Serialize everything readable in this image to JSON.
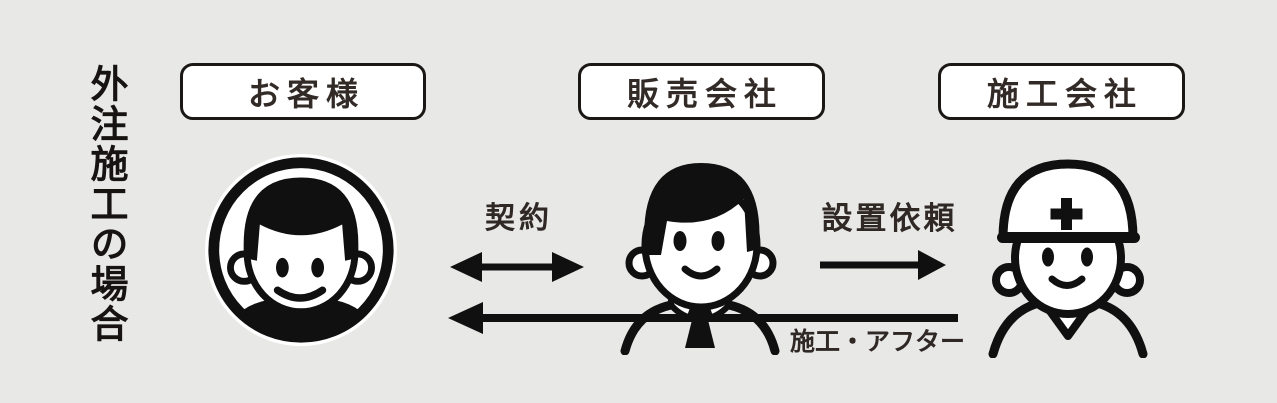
{
  "title": {
    "text": "外注施工の場合"
  },
  "entities": [
    {
      "label": "お客様",
      "icon": "customer-face"
    },
    {
      "label": "販売会社",
      "icon": "salesperson-face"
    },
    {
      "label": "施工会社",
      "icon": "construction-worker-face"
    }
  ],
  "relations": [
    {
      "label": "契約",
      "direction": "bidirectional"
    },
    {
      "label": "設置依頼",
      "direction": "forward"
    },
    {
      "label": "施工・アフター",
      "direction": "backward"
    }
  ],
  "colors": {
    "background": "#e8e8e7",
    "ink": "#101010",
    "text": "#2f2824",
    "box_background": "#ffffff"
  }
}
